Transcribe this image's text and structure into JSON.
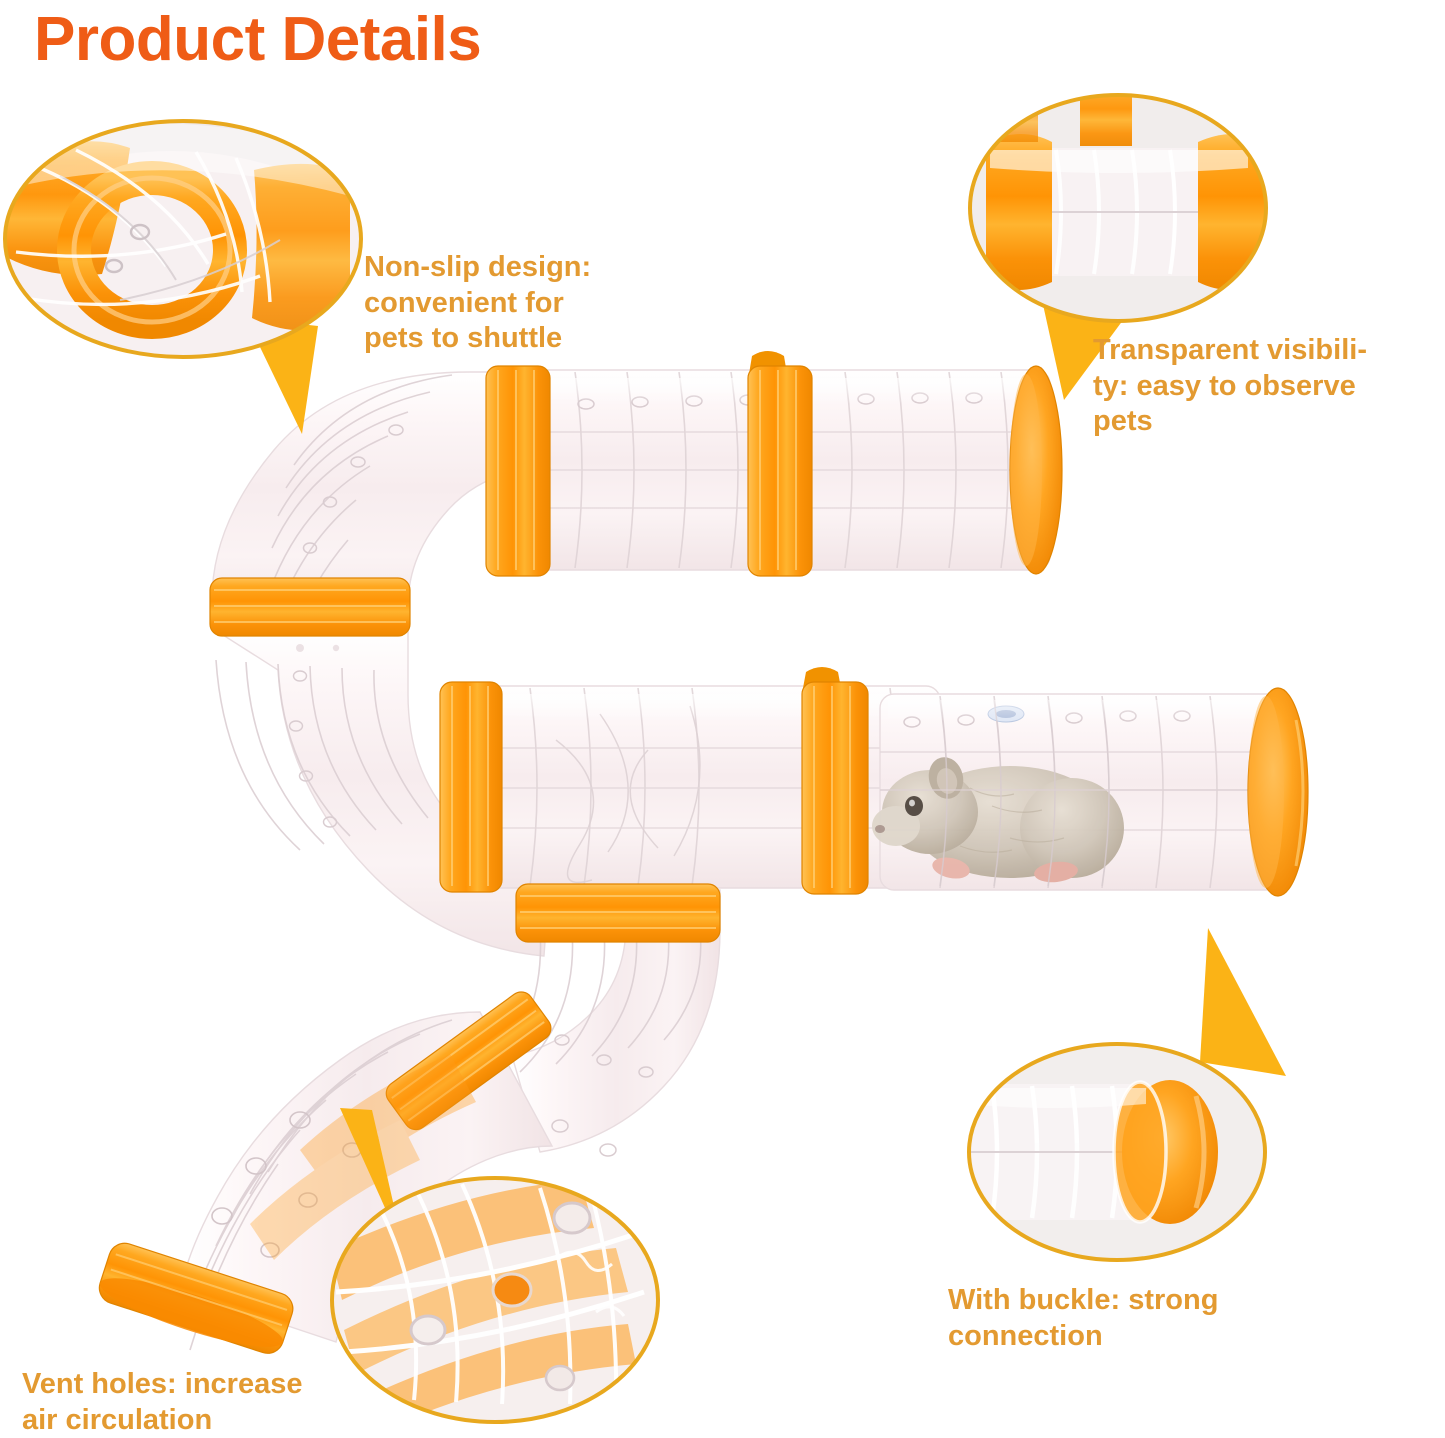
{
  "page": {
    "title": "Product Details",
    "title_color": "#ef5c16",
    "background_color": "#ffffff"
  },
  "theme": {
    "callout_text_color": "#e39a31",
    "bubble_border_color": "#e8a81e",
    "pointer_color": "#fbb316",
    "product_ring_orange": "#ffa21c",
    "product_ring_orange_dark": "#f3890f",
    "plastic_tint": "#f6eef0",
    "hamster_fur": "#cdc3b6"
  },
  "callouts": [
    {
      "id": "non-slip",
      "text": "Non-slip design:\nconvenient for\npets to shuttle",
      "bubble_label": "non-slip-closeup",
      "position": "top-left"
    },
    {
      "id": "transparent",
      "text": "Transparent visibili-\nty: easy to observe\npets",
      "bubble_label": "transparent-tube-closeup",
      "position": "top-right"
    },
    {
      "id": "buckle",
      "text": "With buckle: strong\nconnection",
      "bubble_label": "buckle-closeup",
      "position": "bottom-right"
    },
    {
      "id": "vent",
      "text": "Vent holes: increase\nair circulation",
      "bubble_label": "vent-holes-closeup",
      "position": "bottom-left"
    }
  ],
  "product": {
    "name": "hamster-tunnel-tube-assembly",
    "description": "S-shaped transparent plastic pet tunnel with orange connector rings",
    "pet_in_tube": "hamster"
  }
}
